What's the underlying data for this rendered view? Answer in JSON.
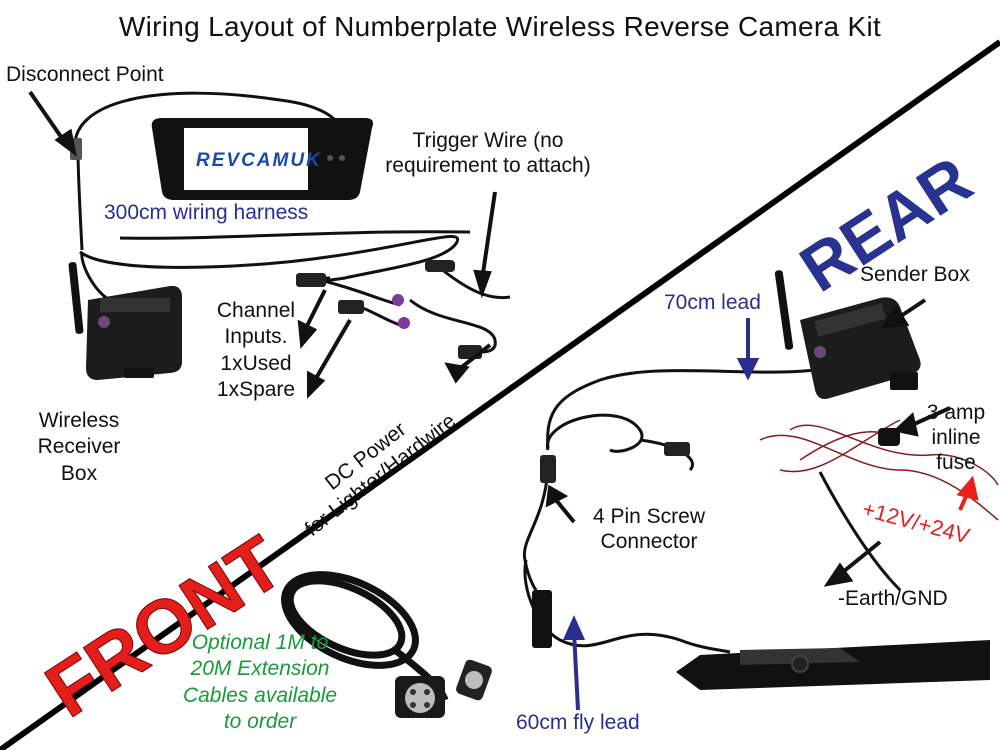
{
  "title": "Wiring Layout of Numberplate Wireless Reverse Camera Kit",
  "brand": {
    "logo_text": "REVCAMUK"
  },
  "regions": {
    "front": "FRONT",
    "rear": "REAR"
  },
  "labels": {
    "disconnect_point": "Disconnect Point",
    "harness": "300cm wiring harness",
    "trigger_line1": "Trigger Wire (no",
    "trigger_line2": "requirement to attach)",
    "channel_line1": "Channel",
    "channel_line2": "Inputs.",
    "channel_line3": "1xUsed",
    "channel_line4": "1xSpare",
    "receiver_line1": "Wireless",
    "receiver_line2": "Receiver",
    "receiver_line3": "Box",
    "dc_line1": "DC Power",
    "dc_line2": "for Lighter/Hardwire",
    "sender_box": "Sender Box",
    "lead_70": "70cm lead",
    "fuse_line1": "3 amp",
    "fuse_line2": "inline",
    "fuse_line3": "fuse",
    "connector_line1": "4 Pin Screw",
    "connector_line2": "Connector",
    "voltage": "+12V/+24V",
    "earth": "-Earth/GND",
    "fly_lead": "60cm fly lead",
    "ext_line1": "Optional 1M to",
    "ext_line2": "20M Extension",
    "ext_line3": "Cables available",
    "ext_line4": "to order"
  },
  "colors": {
    "front_red": "#e41e1a",
    "rear_blue": "#27338f",
    "label_blue": "#2a2f8f",
    "voltage_red": "#e8201a",
    "extension_green": "#1a9a3a",
    "text_black": "#111111"
  },
  "icons": {
    "monitor": "rear-view-mirror-monitor",
    "receiver": "wireless-receiver-box",
    "sender": "wireless-sender-box",
    "camera": "numberplate-camera",
    "cable": "extension-cable-coil",
    "fuse": "inline-fuse-holder"
  }
}
